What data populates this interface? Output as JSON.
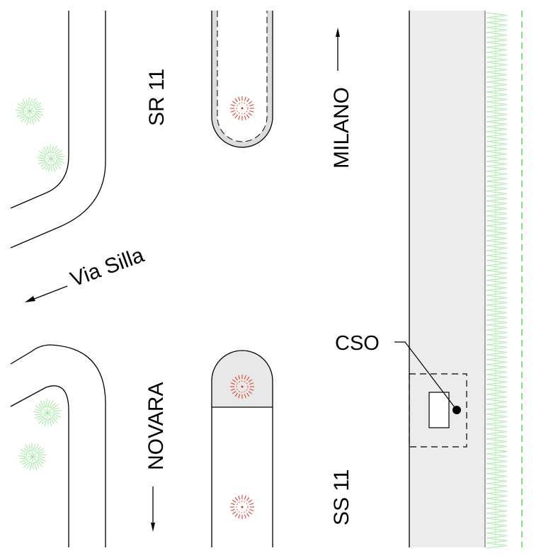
{
  "labels": {
    "sr11": "SR 11",
    "milano": "MILANO",
    "via_silla": "Via Silla",
    "novara": "NOVARA",
    "ss11": "SS 11",
    "cso": "CSO"
  },
  "colors": {
    "line": "#000000",
    "sidewalk": "#ececec",
    "island_fill": "#e8e8e8",
    "tree": "#9fe89f",
    "hydrant": "#e03020",
    "grass": "#9fe89f"
  },
  "icons": [
    "arrow-up-icon",
    "arrow-down-icon",
    "arrow-left-icon",
    "tree-icon",
    "hydrant-icon",
    "cso-marker-icon"
  ]
}
